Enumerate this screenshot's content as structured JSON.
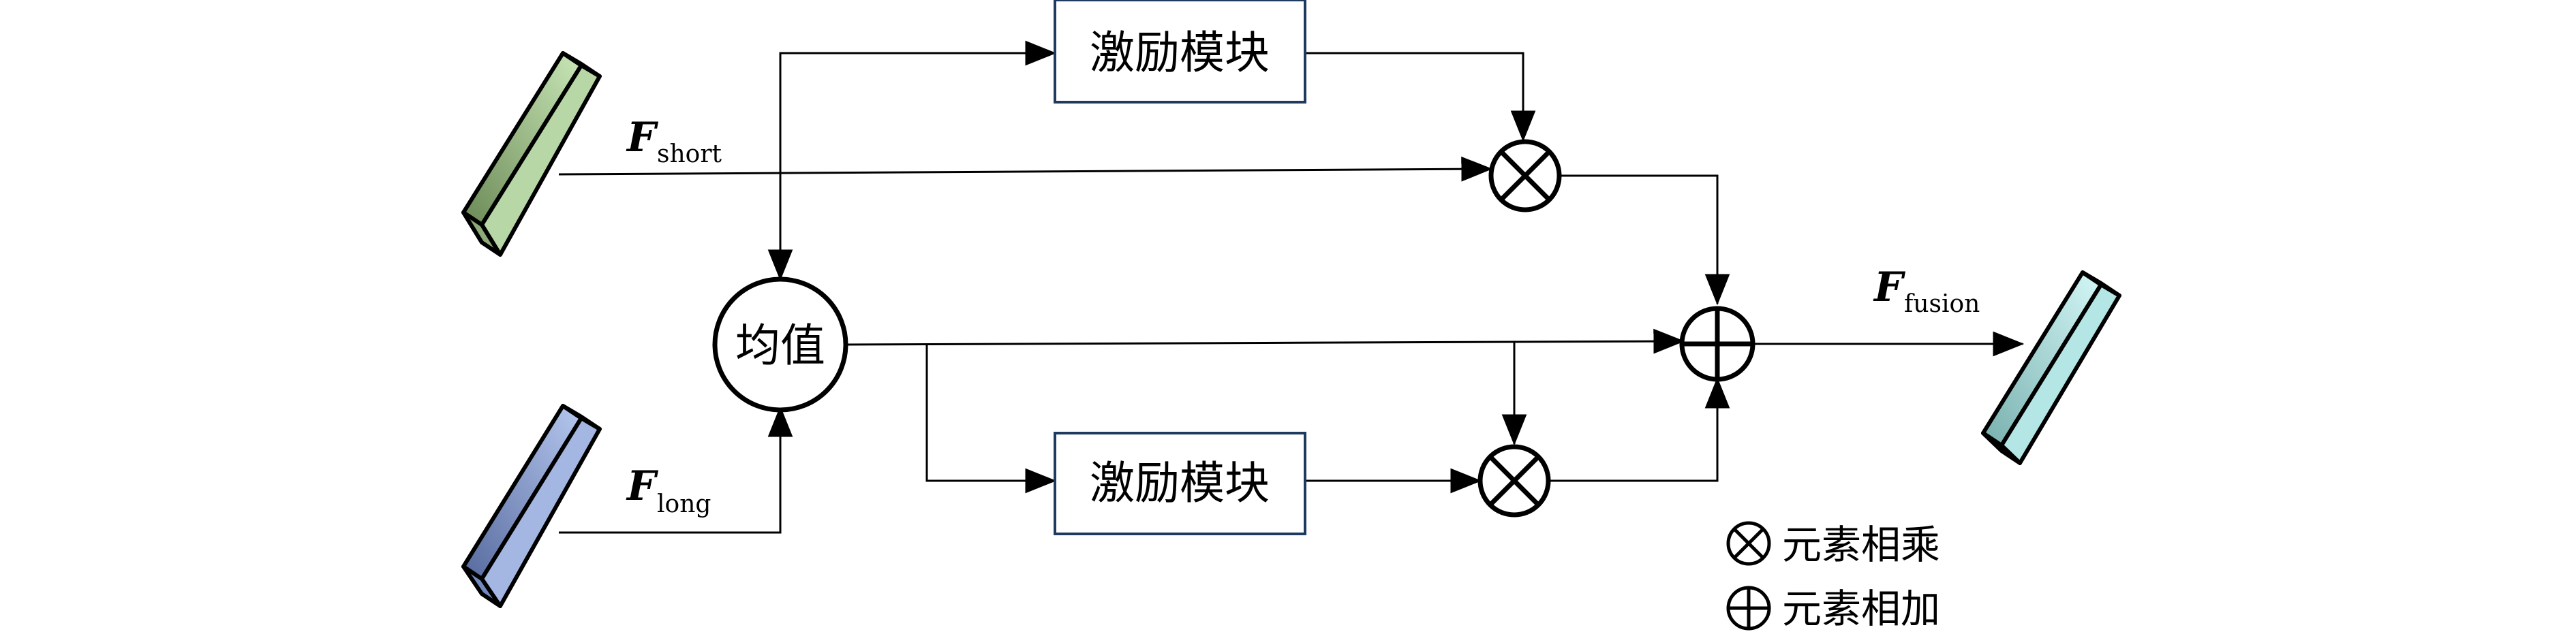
{
  "blocks": {
    "excite_top": "激励模块",
    "excite_bottom": "激励模块",
    "mean": "均值"
  },
  "features": {
    "short": {
      "main": "F",
      "sub": "short"
    },
    "long": {
      "main": "F",
      "sub": "long"
    },
    "fusion": {
      "main": "F",
      "sub": "fusion"
    }
  },
  "legend": {
    "multiply": "元素相乘",
    "add": "元素相加"
  },
  "colors": {
    "short_bar": "#a9cc98",
    "long_bar": "#8fa6d6",
    "fusion_bar": "#9fe0e0",
    "block_border": "#1f3a5f",
    "line": "#000000"
  }
}
